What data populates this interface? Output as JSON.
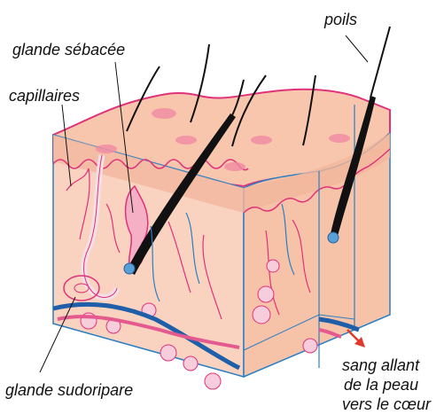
{
  "labels": {
    "sebaceous_gland": "glande sébacée",
    "capillaries": "capillaires",
    "hairs": "poils",
    "sweat_gland": "glande sudoripare",
    "blood_flow_line1": "sang allant",
    "blood_flow_line2": "de la peau",
    "blood_flow_line3": "vers le cœur"
  },
  "colors": {
    "epidermis": "#f7c9b2",
    "dermis": "#f9d3c0",
    "outline_pink": "#e0327a",
    "outline_blue": "#2a7fc4",
    "hair": "#111111",
    "vein_blue": "#1f5faa",
    "artery_pink": "#e55a8e",
    "arrow_red": "#e23a2a",
    "dot_pink": "#f08aa3"
  }
}
